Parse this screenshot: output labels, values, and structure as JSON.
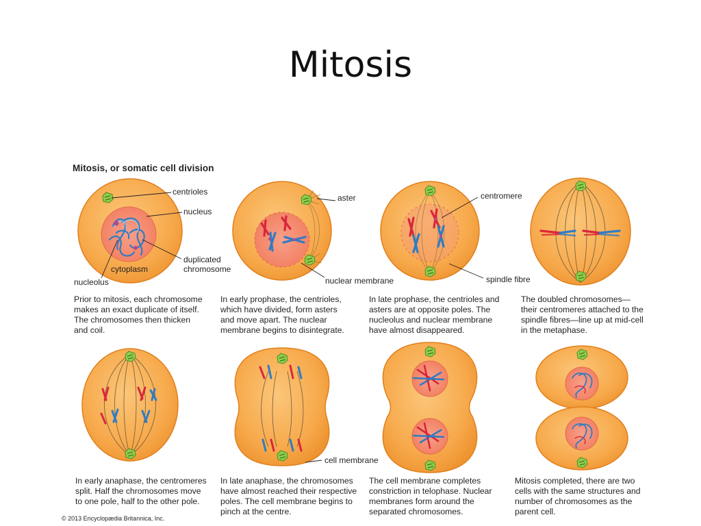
{
  "title": "Mitosis",
  "diagram_title": "Mitosis, or somatic cell division",
  "labels": {
    "centrioles": "centrioles",
    "nucleus": "nucleus",
    "cytoplasm": "cytoplasm",
    "duplicated_chromosome": "duplicated\nchromosome",
    "nucleolus": "nucleolus",
    "aster": "aster",
    "nuclear_membrane": "nuclear membrane",
    "centromere": "centromere",
    "spindle_fibre": "spindle fibre",
    "cell_membrane": "cell membrane"
  },
  "stages": [
    {
      "caption": "Prior to mitosis, each chromosome\nmakes an exact duplicate of itself.\nThe chromosomes then thicken\nand coil."
    },
    {
      "caption": "In early prophase, the centrioles,\nwhich have divided, form asters\nand move apart. The nuclear\nmembrane begins to disintegrate."
    },
    {
      "caption": "In late prophase, the centrioles and\nasters are at opposite poles. The\nnucleolus and nuclear membrane\nhave almost disappeared."
    },
    {
      "caption": "The doubled chromosomes—\ntheir centromeres attached to the\nspindle fibres—line up at mid-cell\nin the metaphase."
    },
    {
      "caption": "In early anaphase, the centromeres\nsplit. Half the chromosomes move\nto one pole, half to the other pole."
    },
    {
      "caption": "In late anaphase, the chromosomes\nhave almost reached their respective\npoles. The cell membrane begins to\npinch at the centre."
    },
    {
      "caption": "The cell membrane completes\nconstriction in telophase. Nuclear\nmembranes form around the\nseparated chromosomes."
    },
    {
      "caption": "Mitosis completed, there are two\ncells with the same structures and\nnumber of chromosomes as the\nparent cell."
    }
  ],
  "credit": "© 2013 Encyclopædia Britannica, Inc.",
  "colors": {
    "cell_fill": "#f7a94b",
    "cell_edge": "#e07f1c",
    "nucleus_fill": "#f58e6c",
    "chromosome_red": "#d9263b",
    "chromosome_blue": "#2f7cc4",
    "centriole_green": "#7dc242",
    "spindle": "#6d5a3b"
  }
}
